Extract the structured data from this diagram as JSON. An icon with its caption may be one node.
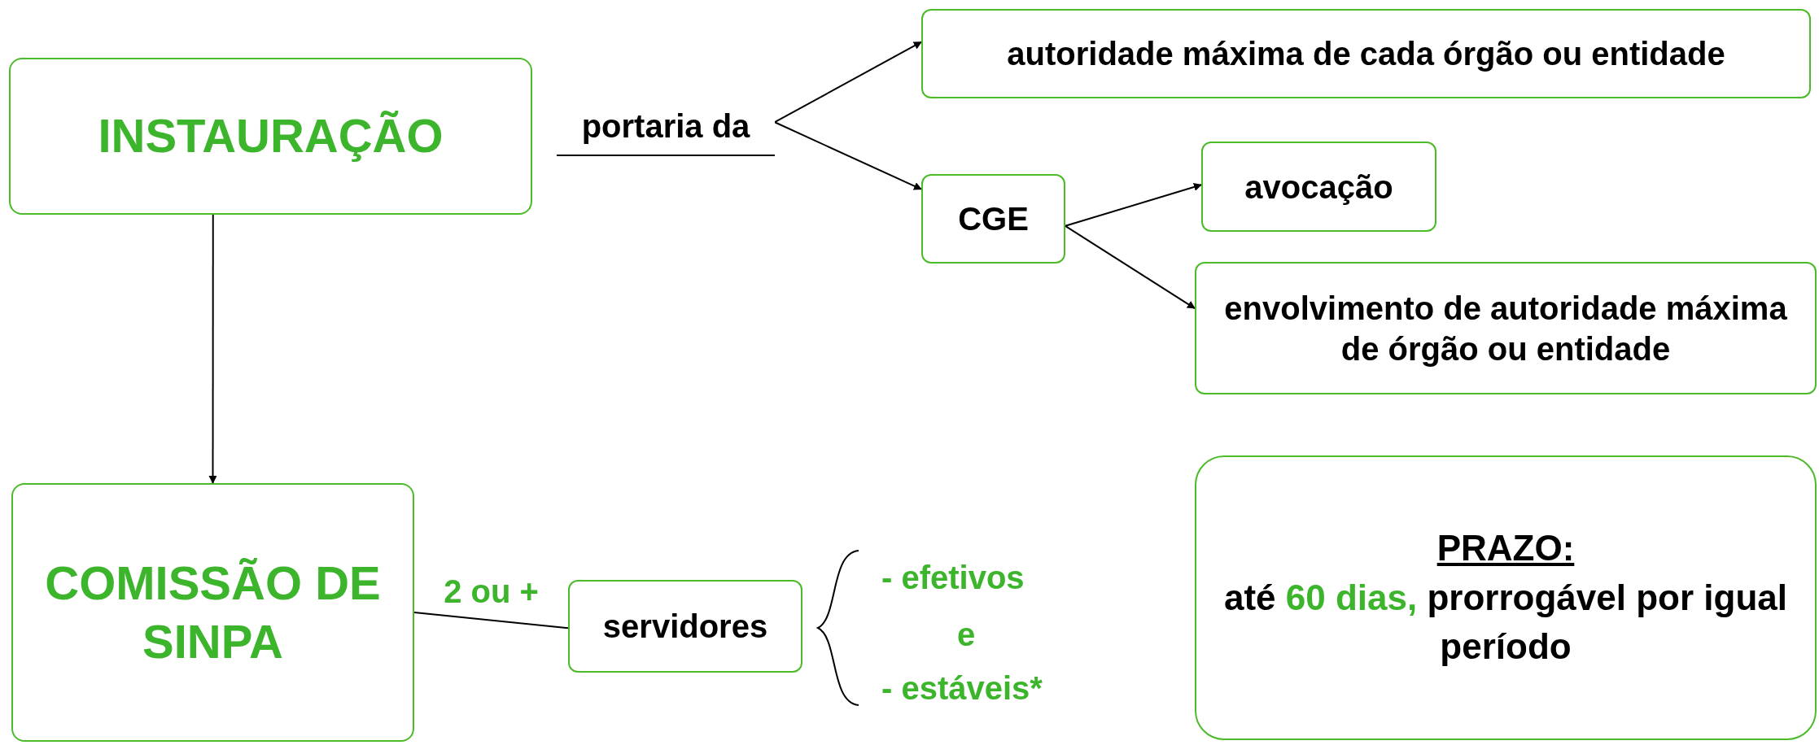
{
  "diagram": {
    "nodes": [
      {
        "text": [
          "INSTAURAÇÃO"
        ]
      },
      {
        "text": [
          "portaria da"
        ]
      },
      {
        "text": [
          "autoridade máxima de cada órgão ou entidade"
        ]
      },
      {
        "text": [
          "CGE"
        ]
      },
      {
        "text": [
          "avocação"
        ]
      },
      {
        "text": [
          "envolvimento de autoridade máxima de órgão ou entidade"
        ]
      },
      {
        "text": [
          "COMISSÃO DE SINPA"
        ]
      },
      {
        "text": [
          "servidores"
        ]
      },
      {
        "text": [
          "PRAZO:",
          "até **60 dias,** prorrogável por igual período"
        ]
      }
    ],
    "edges": [
      {
        "from": 0,
        "to": 6,
        "arrow": "to"
      },
      {
        "from": 1,
        "to": 2,
        "arrow": "to"
      },
      {
        "from": 1,
        "to": 3,
        "arrow": "to"
      },
      {
        "from": 3,
        "to": 4,
        "arrow": "to"
      },
      {
        "from": 3,
        "to": 5,
        "arrow": "to"
      },
      {
        "from": 6,
        "to": 7,
        "arrow": "none",
        "label": "2 ou +"
      }
    ],
    "labels": [
      "- efetivos",
      "e",
      "- estáveis*"
    ]
  }
}
